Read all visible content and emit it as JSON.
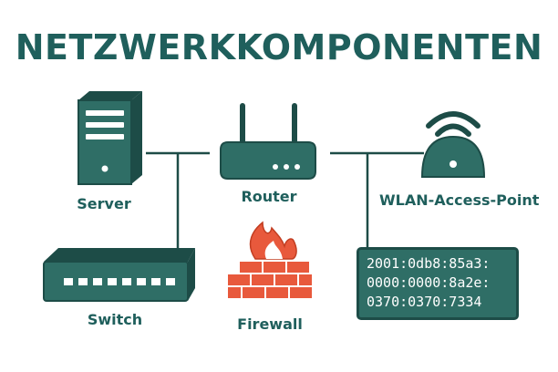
{
  "title": "NETZWERKKOMPONENTEN",
  "colors": {
    "teal": "#2f6e66",
    "teal_dark": "#1d4c47",
    "firewall_brick": "#e8593c",
    "flame": "#e8593c",
    "label": "#1f5f5c"
  },
  "nodes": {
    "server": {
      "label": "Server",
      "icon": "server-icon"
    },
    "router": {
      "label": "Router",
      "icon": "router-icon"
    },
    "wlan": {
      "label": "WLAN-Access-Point",
      "icon": "wifi-access-point-icon"
    },
    "switch": {
      "label": "Switch",
      "icon": "switch-icon"
    },
    "firewall": {
      "label": "Firewall",
      "icon": "firewall-icon"
    }
  },
  "ipv6_address_lines": [
    "2001:0db8:85a3:",
    "0000:0000:8a2e:",
    "0370:0370:7334"
  ]
}
